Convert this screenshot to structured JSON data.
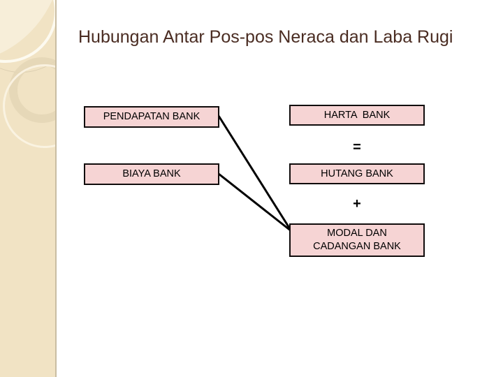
{
  "slide": {
    "title": "Hubungan Antar Pos-pos Neraca dan Laba Rugi",
    "title_color": "#4a2c22",
    "background_color": "#ffffff",
    "sidebar_color": "#f1e3c4"
  },
  "diagram": {
    "node_fill_color": "#f6d4d4",
    "node_border_color": "#100c0c",
    "connector_color": "#000000",
    "nodes": [
      {
        "id": "pendapatan",
        "label": "PENDAPATAN BANK",
        "column": "left",
        "row": 1
      },
      {
        "id": "biaya",
        "label": "BIAYA BANK",
        "column": "left",
        "row": 2
      },
      {
        "id": "harta",
        "label": "HARTA  BANK",
        "column": "right",
        "row": 1
      },
      {
        "id": "hutang",
        "label": "HUTANG BANK",
        "column": "right",
        "row": 2
      },
      {
        "id": "modal",
        "label": "MODAL DAN\nCADANGAN BANK",
        "column": "right",
        "row": 3
      }
    ],
    "operators": [
      {
        "id": "equals",
        "symbol": "=",
        "between": [
          "harta",
          "hutang"
        ]
      },
      {
        "id": "plus",
        "symbol": "+",
        "between": [
          "hutang",
          "modal"
        ]
      }
    ],
    "connectors": [
      {
        "from": "pendapatan",
        "to": "modal"
      },
      {
        "from": "biaya",
        "to": "modal"
      }
    ]
  }
}
